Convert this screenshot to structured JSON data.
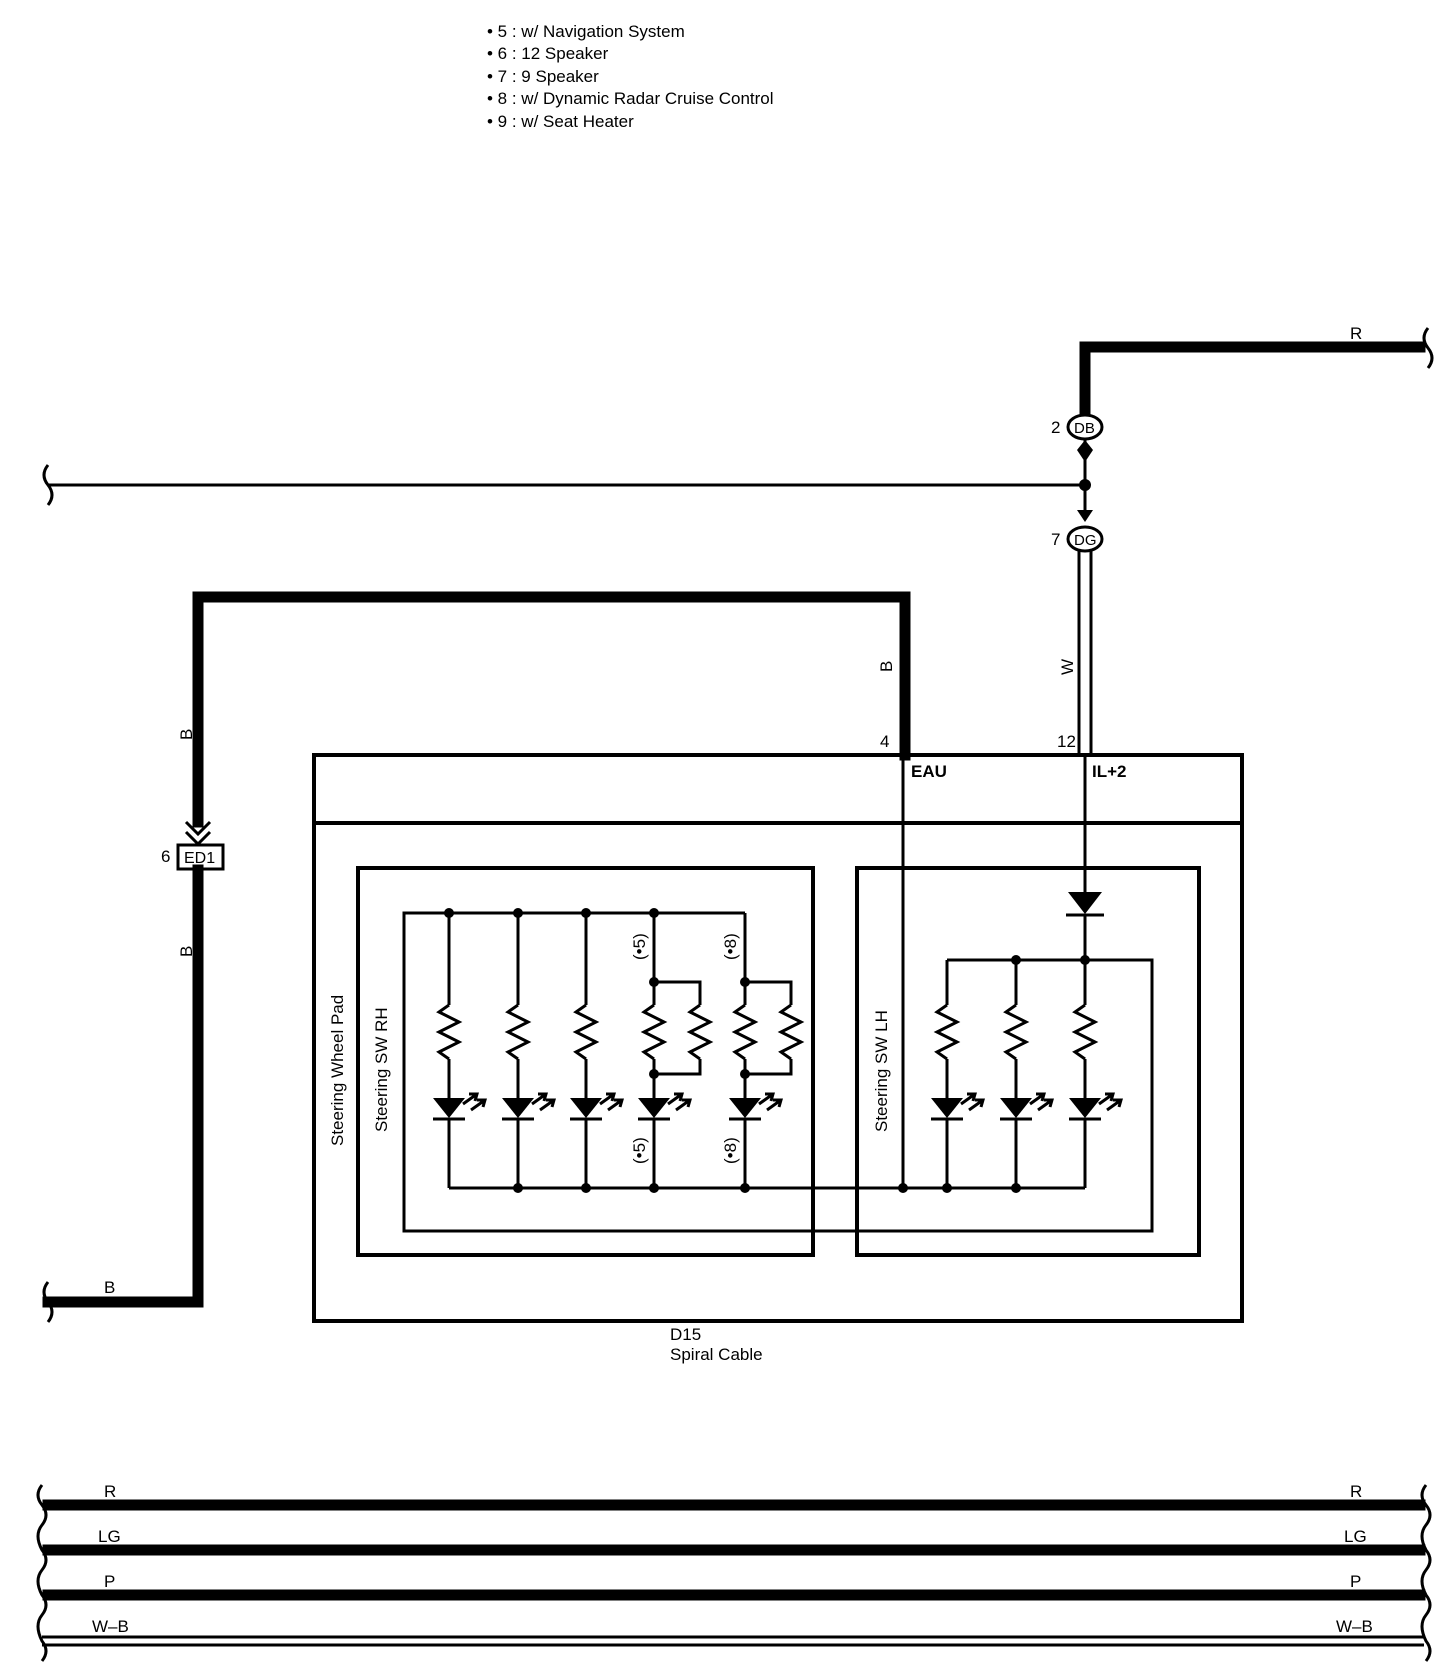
{
  "legend": [
    "• 5 : w/ Navigation System",
    "• 6 : 12 Speaker",
    "• 7 : 9 Speaker",
    "• 8 : w/ Dynamic Radar Cruise Control",
    "• 9 : w/ Seat Heater"
  ],
  "wires": {
    "top_right": "R",
    "eau_wire": "B",
    "il_wire": "W",
    "ground_upper": "B",
    "ground_lower": "B",
    "ground_out": "B"
  },
  "connectors": {
    "db": {
      "pin": "2",
      "label": "DB"
    },
    "dg": {
      "pin": "7",
      "label": "DG"
    },
    "ed1": {
      "pin": "6",
      "label": "ED1"
    }
  },
  "component": {
    "pin_eau_num": "4",
    "pin_eau": "EAU",
    "pin_il_num": "12",
    "pin_il": "IL+2",
    "code": "D15",
    "name": "Spiral Cable",
    "sub_pad": "Steering Wheel Pad",
    "sub_rh": "Steering SW RH",
    "sub_lh": "Steering SW LH",
    "note_5": "(•5)",
    "note_8": "(•8)"
  },
  "bus": {
    "left": [
      "R",
      "LG",
      "P",
      "W–B"
    ],
    "right": [
      "R",
      "LG",
      "P",
      "W–B"
    ]
  }
}
